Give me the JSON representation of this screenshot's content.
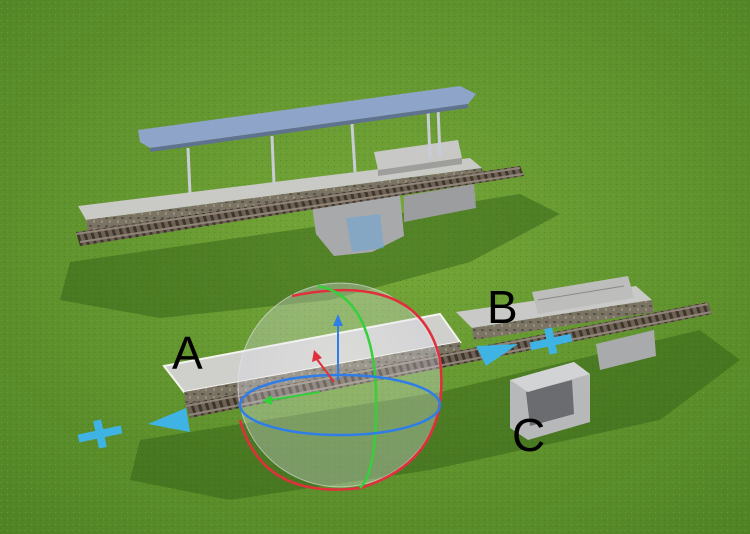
{
  "viewport": {
    "background": "grass-terrain"
  },
  "labels": {
    "a": "A",
    "b": "B",
    "c": "C"
  },
  "colors": {
    "grass": "#6f9f34",
    "canopy": "#8ea4c9",
    "platform_top": "#c9c9c7",
    "rail": "#7a6a55",
    "gizmo_red": "#e0303c",
    "gizmo_green": "#35d03a",
    "gizmo_blue": "#2f7ee8",
    "move_handle": "#3fb4e4"
  },
  "icons": {
    "rotate": "rotation-sphere-gizmo",
    "move": "move-arrow-gizmo",
    "plus": "plus-icon"
  }
}
